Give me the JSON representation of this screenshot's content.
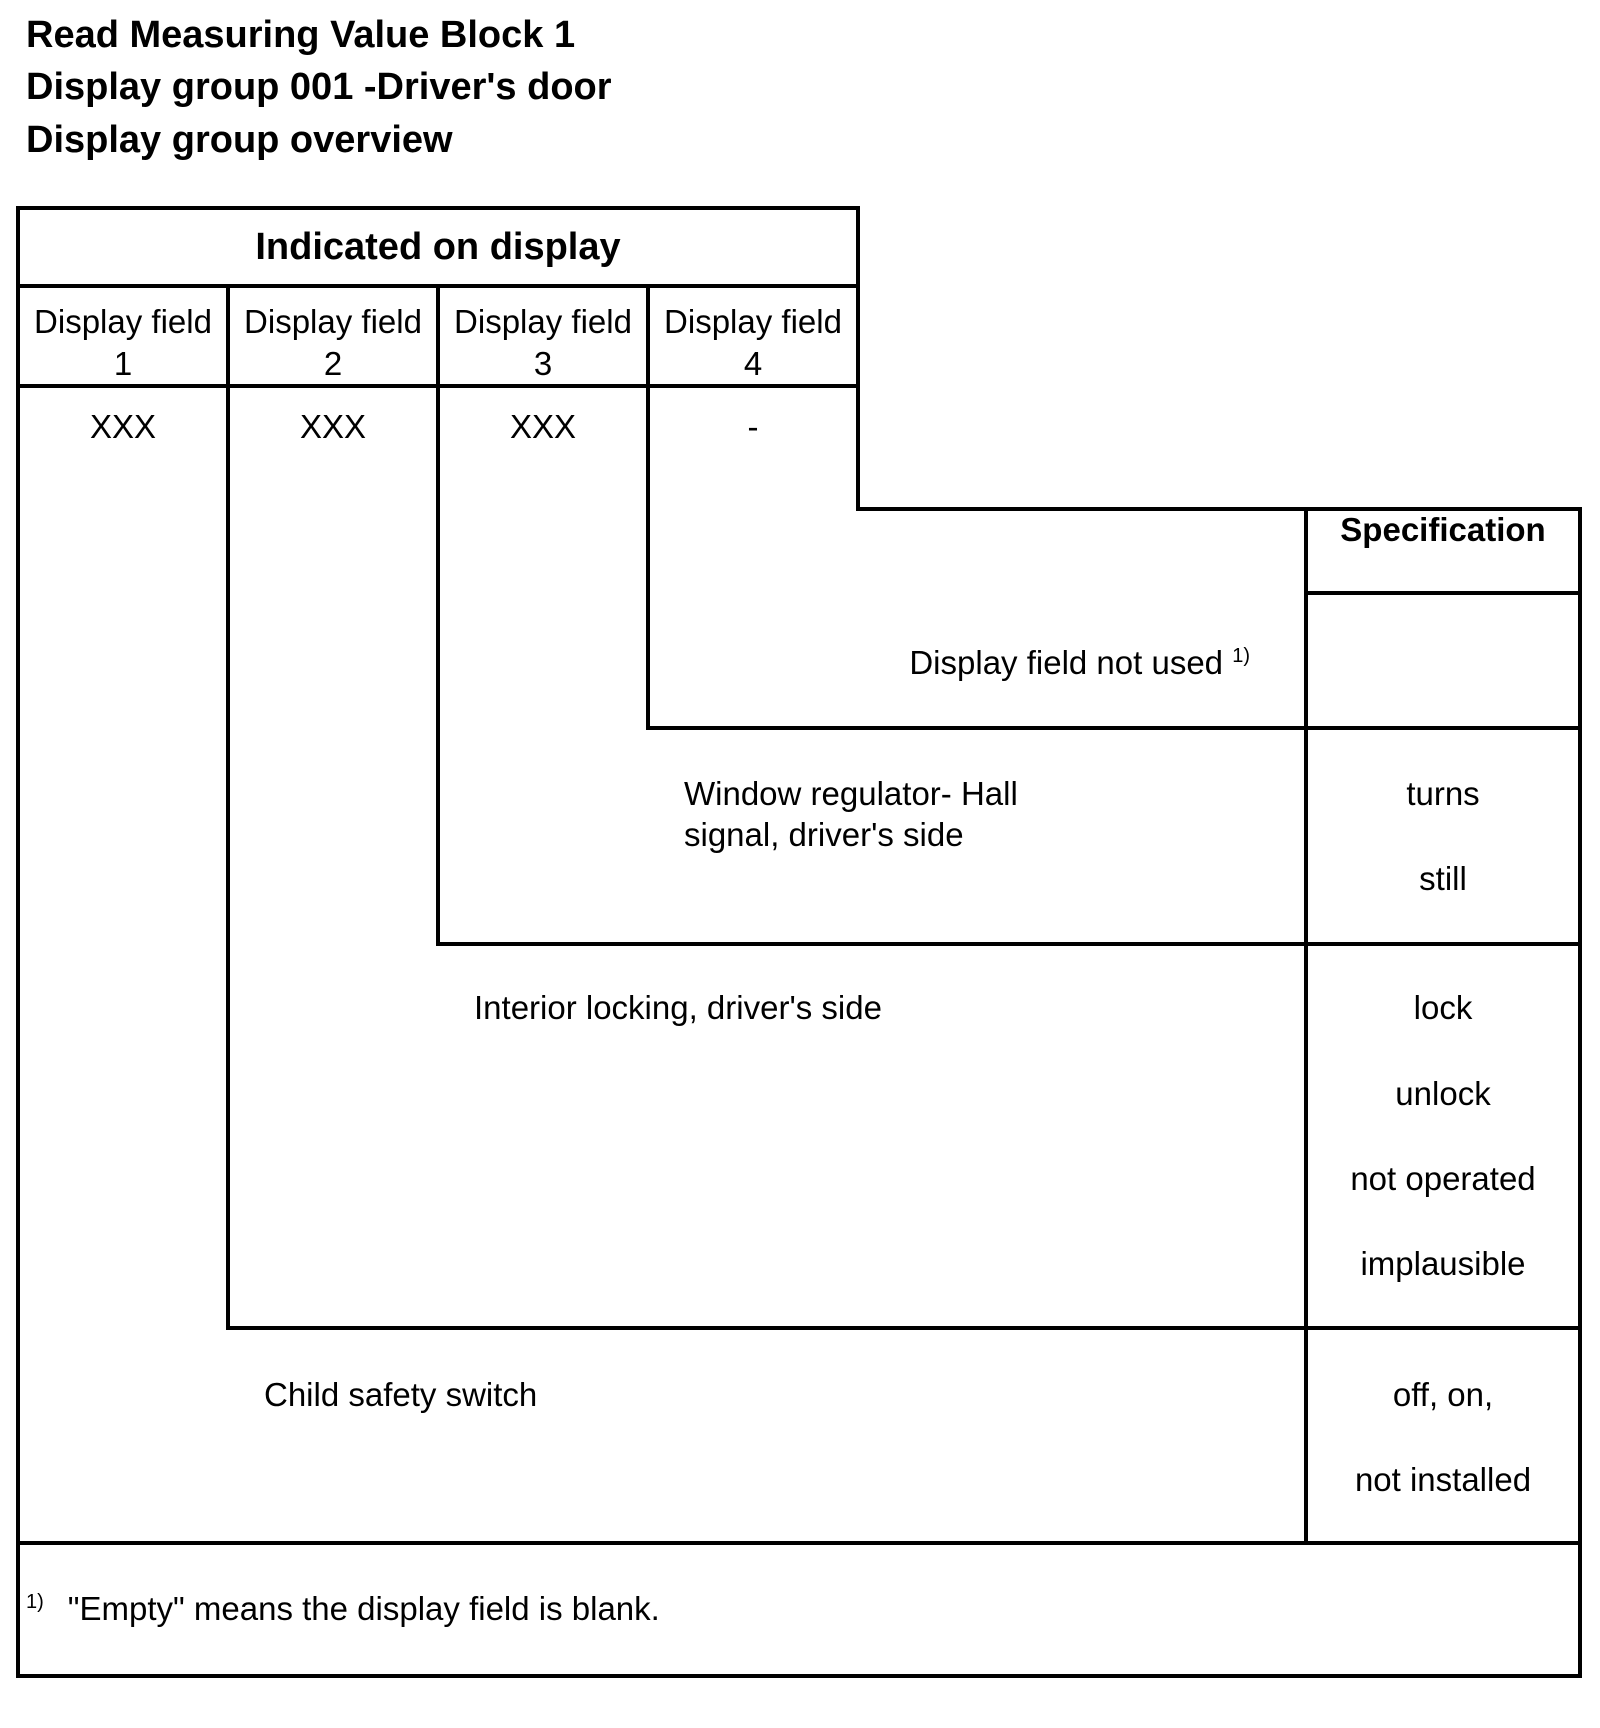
{
  "document": {
    "title_lines": [
      "Read Measuring Value Block 1",
      "Display group 001 -Driver's door",
      "Display group overview"
    ],
    "table": {
      "header": "Indicated on display",
      "display_fields": [
        {
          "line1": "Display field",
          "line2": "1",
          "value": "XXX"
        },
        {
          "line1": "Display field",
          "line2": "2",
          "value": "XXX"
        },
        {
          "line1": "Display field",
          "line2": "3",
          "value": "XXX"
        },
        {
          "line1": "Display field",
          "line2": "4",
          "value": "-"
        }
      ],
      "specification_header": "Specification",
      "rows": [
        {
          "description": "Display field not used",
          "footnote_marker": "1)",
          "specifications": []
        },
        {
          "description_lines": [
            "Window regulator- Hall",
            "signal, driver's side"
          ],
          "specifications": [
            "turns",
            "still"
          ]
        },
        {
          "description": "Interior locking, driver's side",
          "specifications": [
            "lock",
            "unlock",
            "not operated",
            "implausible"
          ]
        },
        {
          "description": "Child safety switch",
          "specifications": [
            "off, on,",
            "not installed"
          ]
        }
      ],
      "footnote": {
        "marker": "1)",
        "text": "\"Empty\" means the display field is blank."
      }
    }
  }
}
